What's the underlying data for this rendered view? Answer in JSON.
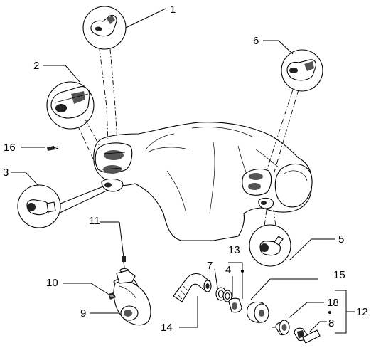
{
  "labels": {
    "n1": "1",
    "n2": "2",
    "n3": "3",
    "n4": "4",
    "n5": "5",
    "n6": "6",
    "n7": "7",
    "n8": "8",
    "n9": "9",
    "n10": "10",
    "n11": "11",
    "n12": "12",
    "n13": "13",
    "n14": "14",
    "n15": "15",
    "n16": "16",
    "n18": "18"
  },
  "colors": {
    "line": "#000000",
    "background": "#ffffff",
    "shade": "#555555"
  }
}
